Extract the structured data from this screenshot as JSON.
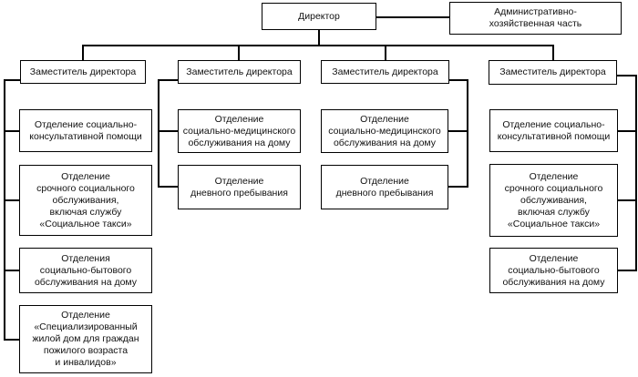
{
  "org_chart": {
    "colors": {
      "line": "#000000",
      "box_background": "#ffffff",
      "text": "#111111"
    },
    "root": {
      "label": "Директор"
    },
    "staff_unit": {
      "label": "Административно-\nхозяйственная часть"
    },
    "branches": [
      {
        "head": "Заместитель директора",
        "departments": [
          "Отделение социально-\nконсультативной помощи",
          "Отделение\nсрочного социального\nобслуживания,\nвключая службу\n«Социальное такси»",
          "Отделения\nсоциально-бытового\nобслуживания на дому",
          "Отделение\n«Специализированный\nжилой дом для граждан\nпожилого возраста\nи инвалидов»"
        ]
      },
      {
        "head": "Заместитель директора",
        "departments": [
          "Отделение\nсоциально-медицинского\nобслуживания на дому",
          "Отделение\nдневного пребывания"
        ]
      },
      {
        "head": "Заместитель директора",
        "departments": [
          "Отделение\nсоциально-медицинского\nобслуживания на дому",
          "Отделение\nдневного пребывания"
        ]
      },
      {
        "head": "Заместитель директора",
        "departments": [
          "Отделение социально-\nконсультативной помощи",
          "Отделение\nсрочного социального\nобслуживания,\nвключая службу\n«Социальное такси»",
          "Отделение\nсоциально-бытового\nобслуживания на дому"
        ]
      }
    ]
  }
}
